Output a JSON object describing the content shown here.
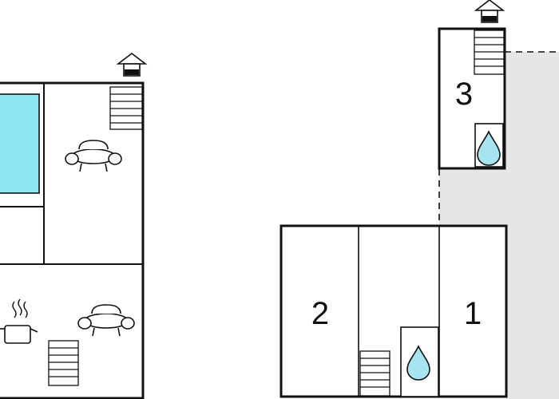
{
  "colors": {
    "wall": "#111111",
    "pool": "#8ee6f5",
    "terrace": "#e6e6e6",
    "water_drop": "#a8e4f0",
    "background": "#ffffff"
  },
  "icons": [
    "house-entrance-icon",
    "stairs-icon",
    "armchair-icon",
    "cooking-pot-icon",
    "water-drop-icon"
  ],
  "rooms": {
    "room_1": "1",
    "room_2": "2",
    "room_3": "3"
  }
}
